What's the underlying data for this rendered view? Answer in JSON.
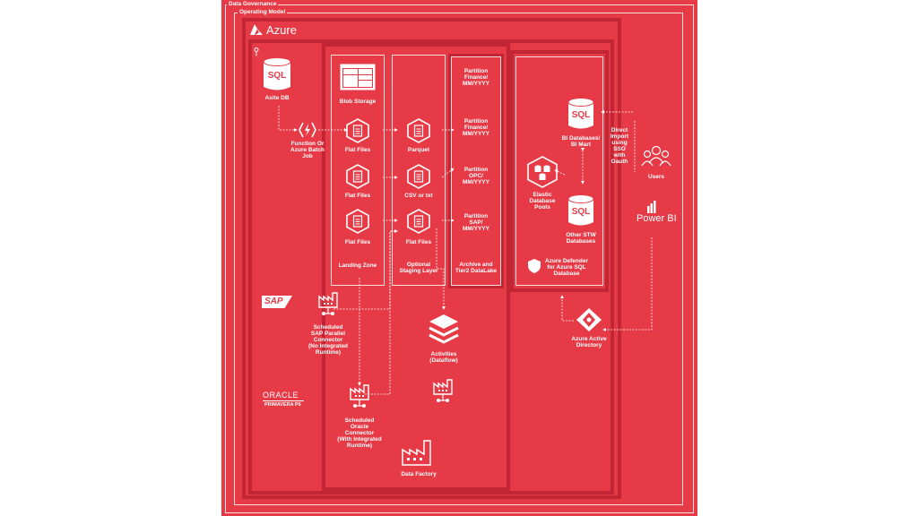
{
  "frames": {
    "data_governance": "Data Governance",
    "operating_model": "Operating Model",
    "azure": "Azure"
  },
  "sources": {
    "sql_badge": "SQL",
    "asite_db": "Asite DB",
    "function": "Function Or\nAzure Batch\nJob",
    "sap_logo": "SAP",
    "sap_connector": "Scheduled\nSAP Parallel\nConnector\n(No Integrated\nRuntime)",
    "oracle_logo": "ORACLE",
    "oracle_sub": "PRIMAVERA P6",
    "oracle_connector": "Scheduled\nOracle\nConnector\n(With Integrated\nRuntime)"
  },
  "landing": {
    "blob": "Blob Storage",
    "flat1": "Flat Files",
    "flat2": "Flat Files",
    "flat3": "Flat Files",
    "zone": "Landing Zone"
  },
  "staging": {
    "parquet": "Parquet",
    "csv": "CSV or txt",
    "flat": "Flat Files",
    "layer": "Optional\nStaging Layer"
  },
  "archive": {
    "p1": "Partition\nFinance/\nMM/YYYY",
    "p2": "Partition\nFinance/\nMM/YYYY",
    "p3": "Partition\nOPC/\nMM/YYYY",
    "p4": "Partition\nSAP/\nMM/YYYY",
    "title": "Archive and\nTier2 DataLake"
  },
  "middle": {
    "activities": "Activities\n(Dataflow)",
    "data_factory": "Data Factory"
  },
  "databases": {
    "bi_sql": "SQL",
    "bi": "BI Databases/\nBI Mart",
    "elastic": "Elastic\nDatabase\nPools",
    "stw_sql": "SQL",
    "stw": "Other STW\nDatabases",
    "defender": "Azure Defender\nfor Azure SQL\nDatabase"
  },
  "right": {
    "direct_import": "Direct\nImport\nusing\nSSO with\nOauth",
    "users": "Users",
    "powerbi": "Power BI",
    "aad": "Azure Active\nDirectory"
  },
  "colors": {
    "background": "#e63a47",
    "frame_dark": "#c22534",
    "line": "#ffffff"
  }
}
